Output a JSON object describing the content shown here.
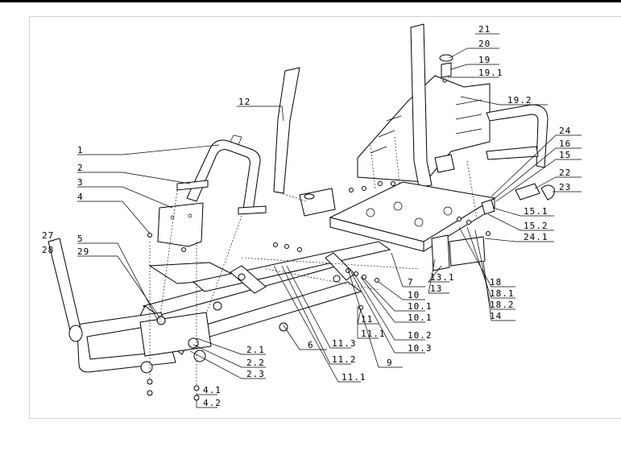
{
  "labels": [
    "1",
    "2",
    "3",
    "4",
    "5",
    "29",
    "27",
    "28",
    "12",
    "21",
    "20",
    "19",
    "19.1",
    "19.2",
    "24",
    "16",
    "15",
    "22",
    "23",
    "15.1",
    "15.2",
    "24.1",
    "18",
    "18.1",
    "18.2",
    "14",
    "13.1",
    "13",
    "7",
    "10",
    "10.1",
    "10.1",
    "10.2",
    "10.3",
    "9",
    "11",
    "11.1",
    "11.3",
    "11.2",
    "11.1",
    "6",
    "2.1",
    "2.2",
    "2.3",
    "4.1",
    "4.2"
  ]
}
